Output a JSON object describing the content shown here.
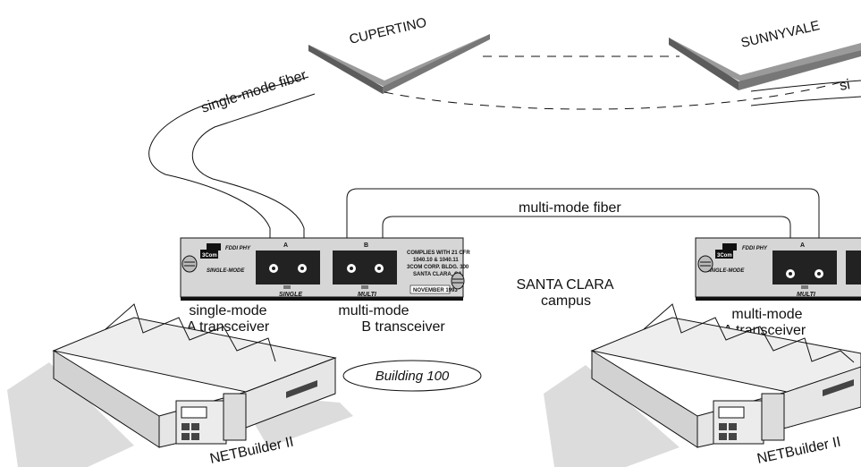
{
  "sites": {
    "cupertino": "CUPERTINO",
    "sunnyvale": "SUNNYVALE",
    "santa_clara": "SANTA CLARA",
    "campus": "campus"
  },
  "fibers": {
    "single_mode": "single-mode fiber",
    "single_mode_partial": "si",
    "multi_mode": "multi-mode fiber"
  },
  "left_card": {
    "logo": "3Com",
    "phy": "FDDI PHY",
    "mode": "SINGLE-MODE",
    "port_a": "A",
    "port_b": "B",
    "slot_a": "SINGLE",
    "slot_b": "MULTI",
    "compliance": [
      "COMPLIES WITH 21 CFR",
      "1040.10 & 1040.11",
      "3COM CORP. BLDG. 300",
      "SANTA CLARA, CA"
    ],
    "date": "NOVEMBER 1993"
  },
  "right_card": {
    "logo": "3Com",
    "phy": "FDDI PHY",
    "mode": "SINGLE-MODE",
    "port_a": "A",
    "slot_a": "MULTI"
  },
  "labels": {
    "single_a_1": "single-mode",
    "single_a_2": "A transceiver",
    "multi_b_1": "multi-mode",
    "multi_b_2": "B transceiver",
    "multi_a_1": "multi-mode",
    "multi_a_2": "A transceiver"
  },
  "building": "Building 100",
  "routers": {
    "left": "NETBuilder II",
    "right": "NETBuilder II"
  },
  "colors": {
    "line": "#111111",
    "site_top": "#9a9a9a",
    "site_side": "#5c5c5c",
    "floor": "#dcdcdc",
    "box_top": "#eeeeee",
    "box_side": "#d2d2d2",
    "card": "#d6d6d6",
    "card_dark": "#222222"
  }
}
